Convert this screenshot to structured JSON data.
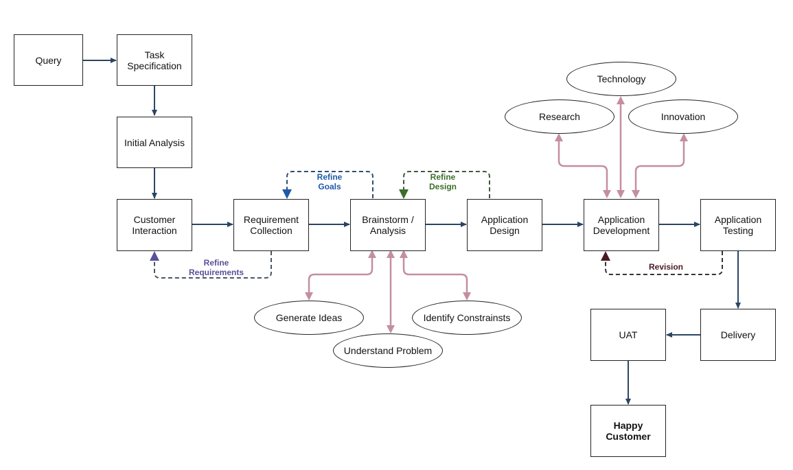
{
  "nodes": {
    "query": "Query",
    "task_spec": "Task\nSpecification",
    "initial_analysis": "Initial Analysis",
    "customer_interaction": "Customer\nInteraction",
    "requirement_collection": "Requirement\nCollection",
    "brainstorm": "Brainstorm /\nAnalysis",
    "app_design": "Application\nDesign",
    "app_development": "Application\nDevelopment",
    "app_testing": "Application\nTesting",
    "delivery": "Delivery",
    "uat": "UAT",
    "happy_customer": "Happy\nCustomer"
  },
  "ellipses": {
    "technology": "Technology",
    "research": "Research",
    "innovation": "Innovation",
    "generate_ideas": "Generate Ideas",
    "understand_problem": "Understand Problem",
    "identify_constraints": "Identify Constrainsts"
  },
  "loops": {
    "refine_goals": "Refine\nGoals",
    "refine_design": "Refine\nDesign",
    "refine_requirements": "Refine\nRequirements",
    "revision": "Revision"
  },
  "colors": {
    "main_arrow": "#2b4463",
    "pink_arrow": "#c48ea2",
    "refine_goals": "#1e5aa8",
    "refine_design": "#3c6e2a",
    "refine_requirements": "#5a5097",
    "revision": "#4a1a24",
    "dash_line": "#3a4a5c"
  }
}
